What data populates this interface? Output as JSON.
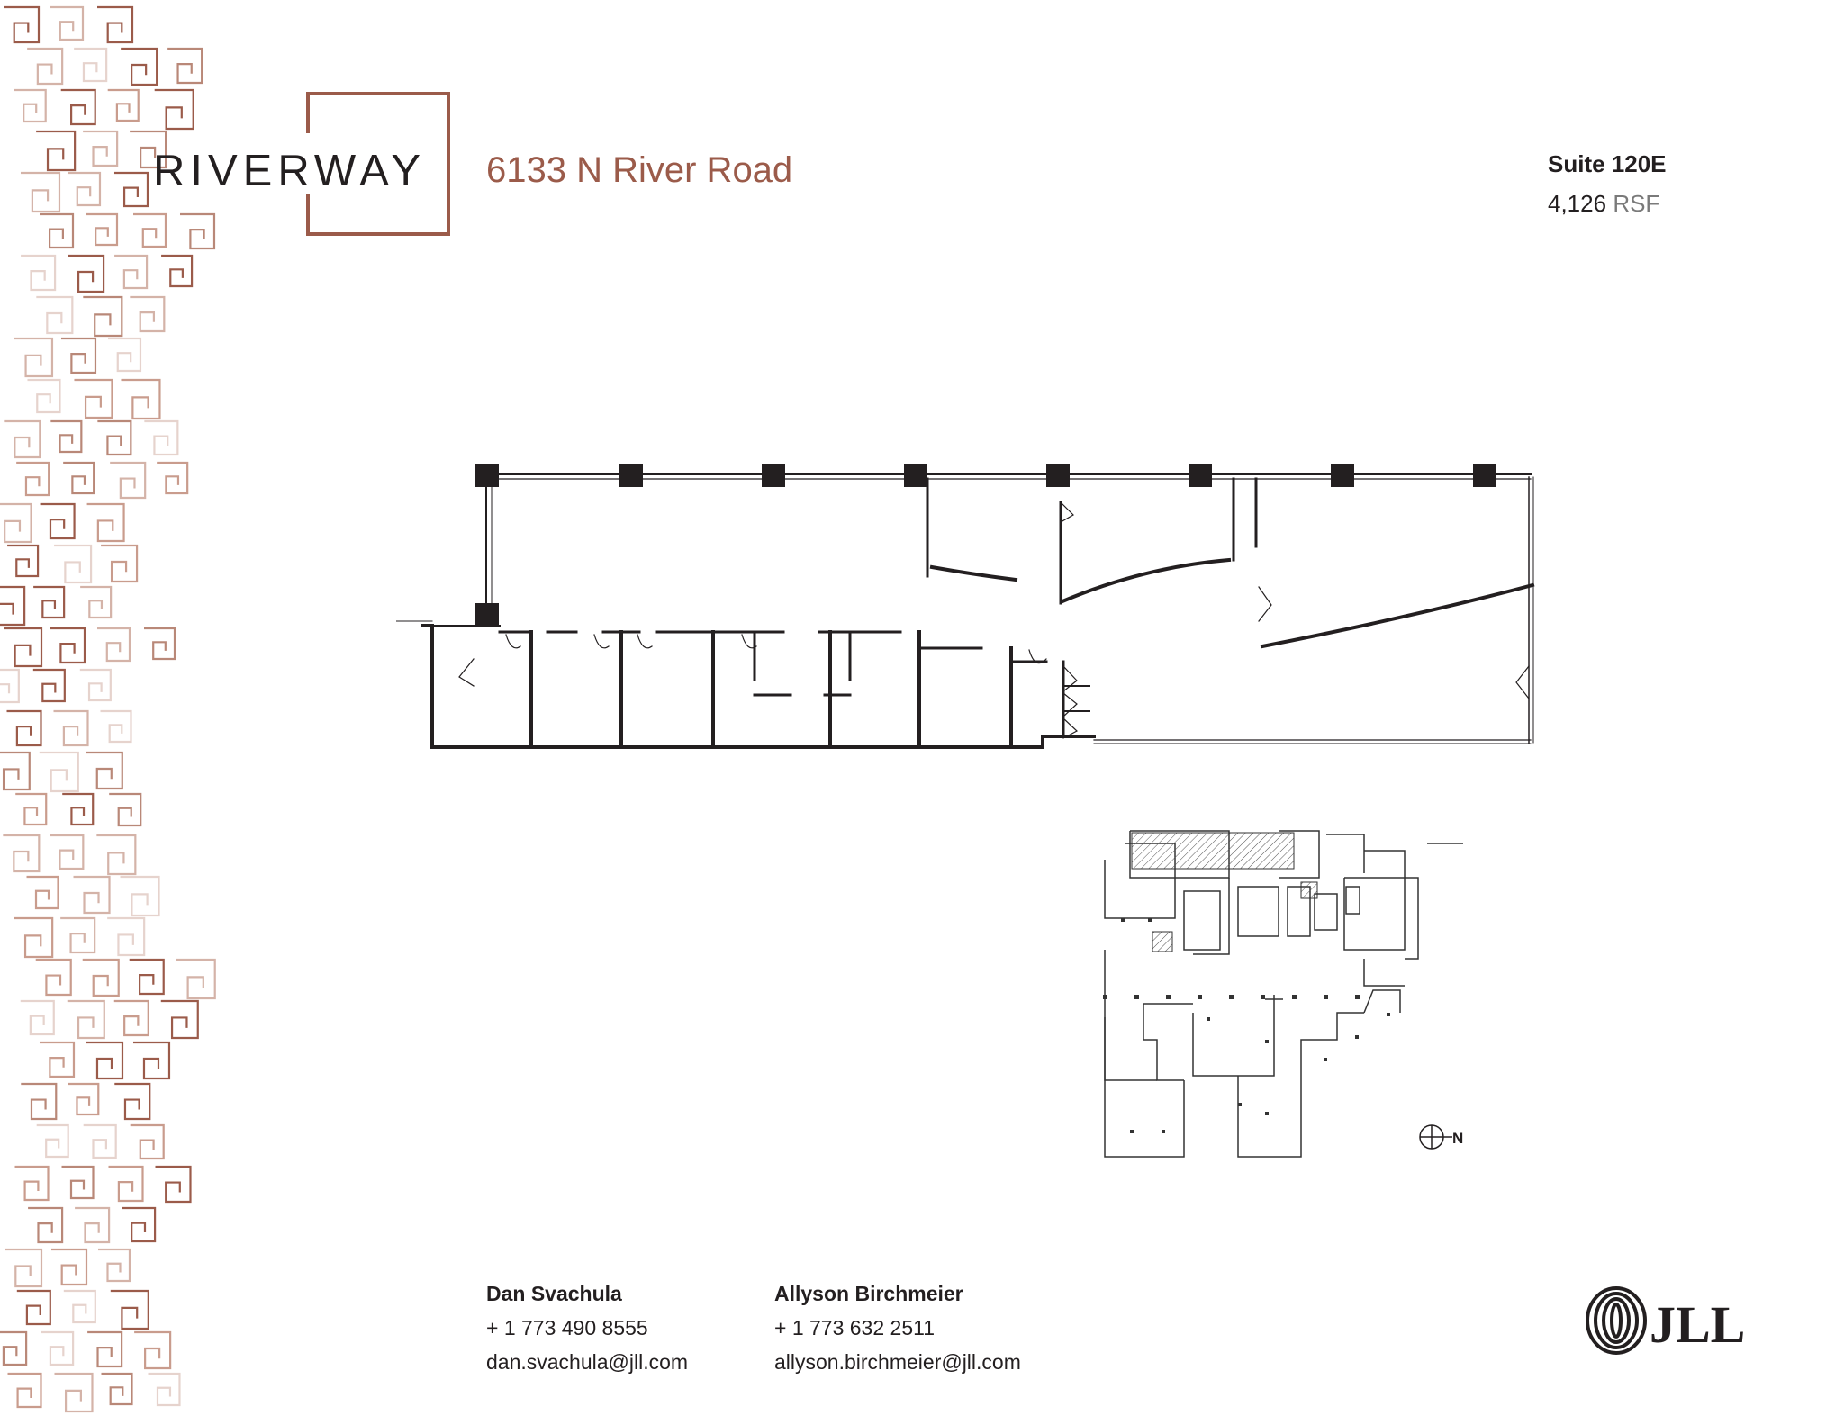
{
  "brand": {
    "logo_text": "RIVERWAY",
    "accent_color": "#9b5b4a"
  },
  "header": {
    "address": "6133 N River Road"
  },
  "suite": {
    "title": "Suite 120E",
    "area_value": "4,126",
    "area_unit": "RSF"
  },
  "contacts": [
    {
      "name": "Dan Svachula",
      "phone": "+ 1 773 490 8555",
      "email": "dan.svachula@jll.com"
    },
    {
      "name": "Allyson Birchmeier",
      "phone": "+ 1 773 632 2511",
      "email": "allyson.birchmeier@jll.com"
    }
  ],
  "key_plan": {
    "north_label": "N"
  },
  "footer": {
    "company_logo": "JLL"
  }
}
